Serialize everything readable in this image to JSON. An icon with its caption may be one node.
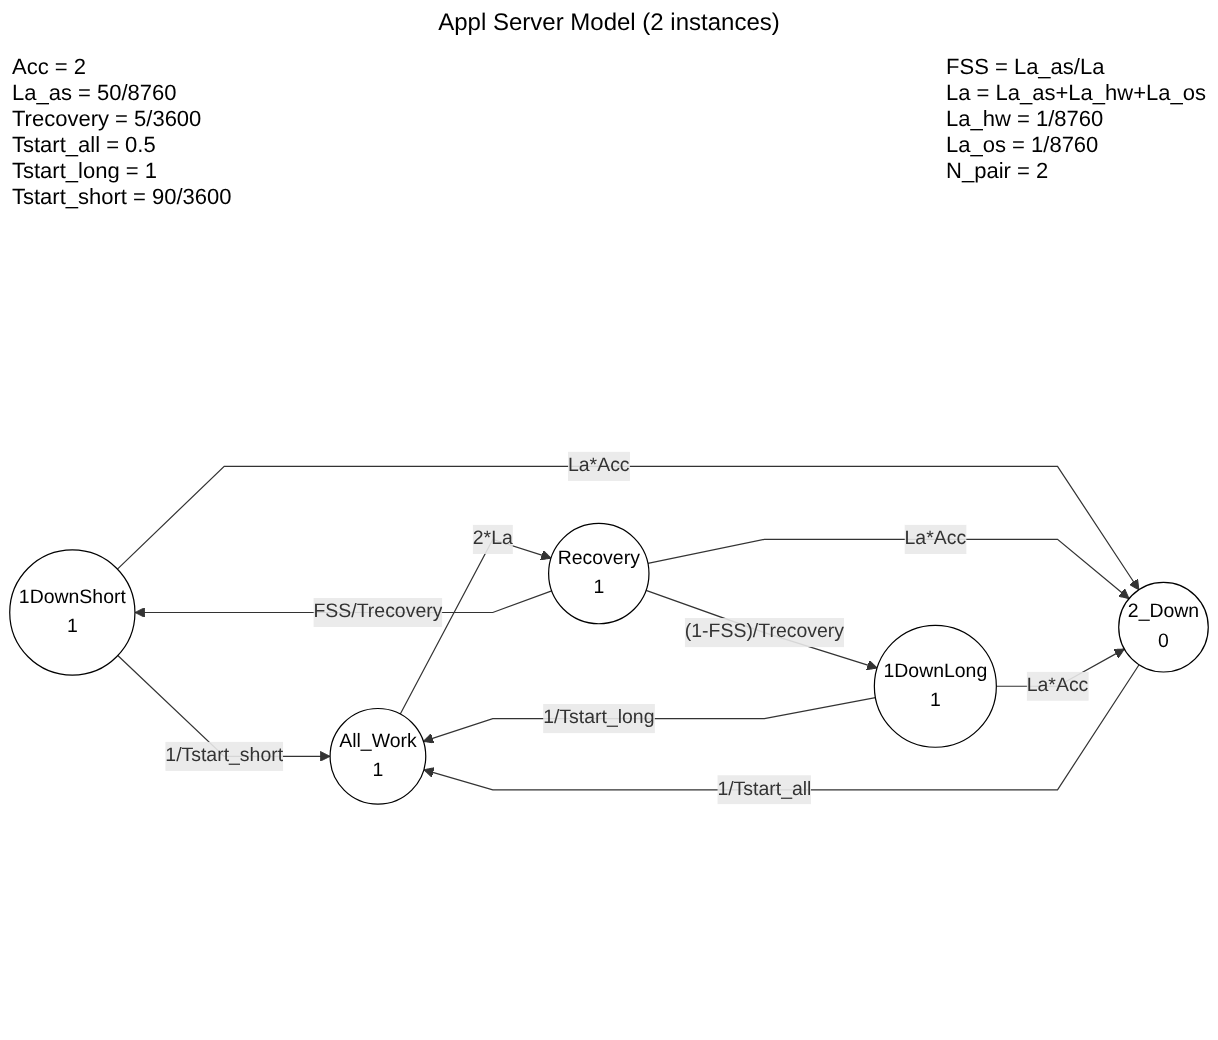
{
  "diagram": {
    "title": "Appl Server Model (2 instances)",
    "nodes": [
      {
        "text": [
          "1DownShort",
          "1"
        ]
      },
      {
        "text": [
          "All_Work",
          "1"
        ]
      },
      {
        "text": [
          "Recovery",
          "1"
        ]
      },
      {
        "text": [
          "2_Down",
          "0"
        ]
      },
      {
        "text": [
          "1DownLong",
          "1"
        ]
      }
    ],
    "edges": [
      {
        "from": 0,
        "to": 1,
        "arrow": "to",
        "label": "1/Tstart_short"
      },
      {
        "from": 0,
        "to": 3,
        "arrow": "to",
        "label": "La*Acc"
      },
      {
        "from": 2,
        "to": 0,
        "arrow": "to",
        "label": "FSS/Trecovery"
      },
      {
        "from": 3,
        "to": 1,
        "arrow": "to",
        "label": "1/Tstart_all"
      },
      {
        "from": 1,
        "to": 2,
        "arrow": "to",
        "label": "2*La"
      },
      {
        "from": 2,
        "to": 3,
        "arrow": "to",
        "label": "La*Acc"
      },
      {
        "from": 2,
        "to": 4,
        "arrow": "to",
        "label": "(1-FSS)/Trecovery"
      },
      {
        "from": 4,
        "to": 1,
        "arrow": "to",
        "label": "1/Tstart_long"
      },
      {
        "from": 4,
        "to": 3,
        "arrow": "to",
        "label": "La*Acc"
      }
    ],
    "labels": [
      "Acc = 2",
      "La_as = 50/8760",
      "Trecovery = 5/3600",
      "Tstart_all = 0.5",
      "Tstart_long = 1",
      "Tstart_short = 90/3600",
      "FSS = La_as/La",
      "La = La_as+La_hw+La_os",
      "La_hw = 1/8760",
      "La_os = 1/8760",
      "N_pair = 2"
    ]
  }
}
